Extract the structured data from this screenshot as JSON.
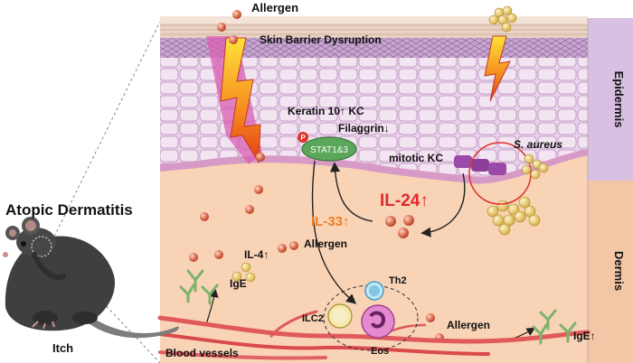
{
  "colors": {
    "dermis": "#f9d3b6",
    "epidermis": "#e7cde3",
    "side_epidermis": "#d9bfe1",
    "side_dermis": "#f3c7a6",
    "il24": "#e02a2a",
    "il33": "#f07c22",
    "stat": "#5aa65a",
    "bacteria": "#d8b54a"
  },
  "labels": {
    "disease_title": "Atopic Dermatitis",
    "itch": "Itch",
    "allergen_top": "Allergen",
    "barrier": "Skin Barrier Dysruption",
    "keratin": "Keratin 10↑ KC",
    "filaggrin": "Filaggrin↓",
    "mitotic": "mitotic KC",
    "s_aureus": "S. aureus",
    "phospho": "P",
    "stat": "STAT1&3",
    "il24": "IL-24↑",
    "il33": "IL-33↑",
    "il4": "IL-4↑",
    "allergen_mid": "Allergen",
    "ige_left": "IgE",
    "th2": "Th2",
    "ilc2": "ILC2",
    "eos": "Eos",
    "allergen_bottom": "Allergen",
    "ige_right": "IgE↑",
    "blood_vessels": "Blood vessels"
  },
  "side_labels": {
    "epidermis": "Epidermis",
    "dermis": "Dermis"
  }
}
